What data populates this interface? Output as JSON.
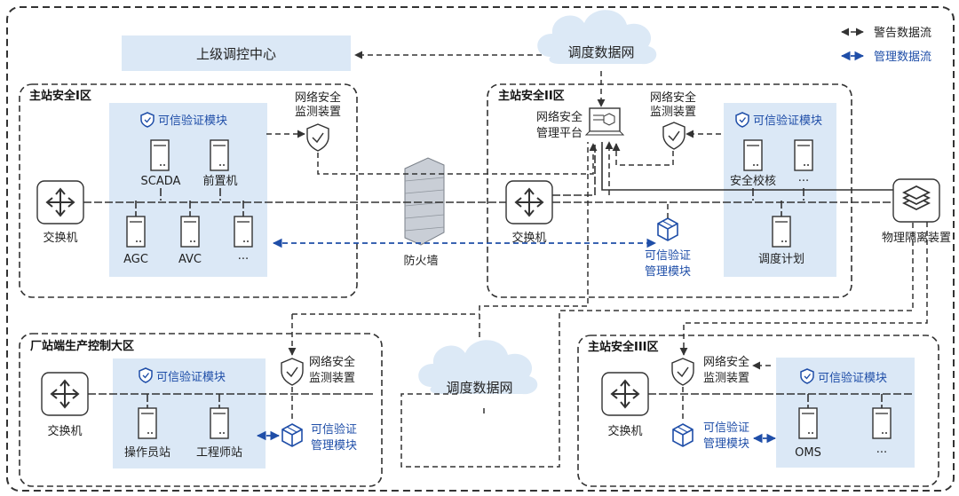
{
  "legend": {
    "warning_flow": "警告数据流",
    "management_flow": "管理数据流"
  },
  "upper_center": "上级调控中心",
  "clouds": {
    "top": "调度数据网",
    "middle": "调度数据网"
  },
  "zones": {
    "zone1": {
      "title": "主站安全I区",
      "trusted_module": "可信验证模块",
      "devices": [
        "SCADA",
        "前置机",
        "AGC",
        "AVC",
        "···"
      ],
      "switch": "交换机",
      "monitor": "网络安全\n监测装置"
    },
    "zone2": {
      "title": "主站安全II区",
      "platform": "网络安全\n管理平台",
      "monitor": "网络安全\n监测装置",
      "trusted_module": "可信验证模块",
      "devices": [
        "安全校核",
        "···",
        "调度计划"
      ],
      "switch": "交换机",
      "mgmt_module": "可信验证\n管理模块"
    },
    "firewall": "防火墙",
    "isolation": "物理隔离装置",
    "plant": {
      "title": "厂站端生产控制大区",
      "trusted_module": "可信验证模块",
      "monitor": "网络安全\n监测装置",
      "switch": "交换机",
      "devices": [
        "操作员站",
        "工程师站"
      ],
      "mgmt_module": "可信验证\n管理模块"
    },
    "zone3": {
      "title": "主站安全III区",
      "monitor": "网络安全\n监测装置",
      "trusted_module": "可信验证模块",
      "switch": "交换机",
      "mgmt_module": "可信验证\n管理模块",
      "devices": [
        "OMS",
        "···"
      ]
    }
  },
  "colors": {
    "panel": "#dbe8f6",
    "management": "#1f4ea8",
    "cloud": "#dce9f6"
  }
}
